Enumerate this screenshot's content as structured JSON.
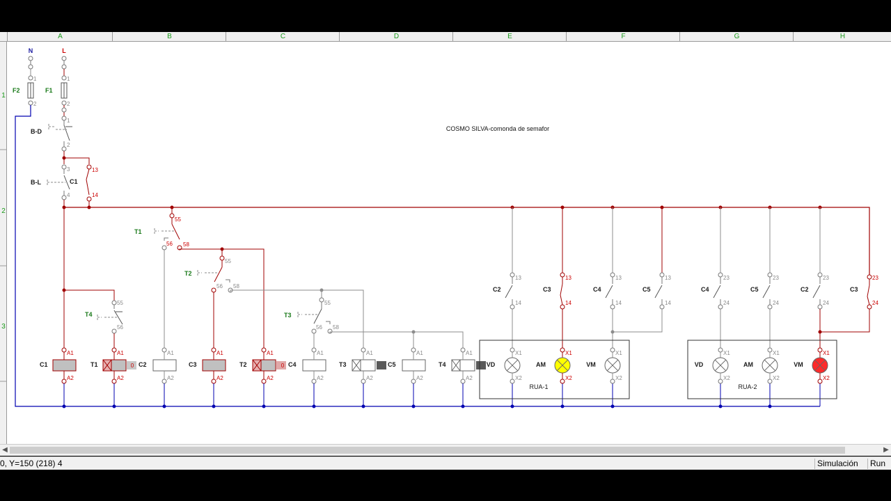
{
  "columns": [
    "A",
    "B",
    "C",
    "D",
    "E",
    "F",
    "G",
    "H"
  ],
  "rows": [
    "1",
    "2",
    "3"
  ],
  "title": "COSMO SILVA-comonda de semafor",
  "supply": {
    "neutral": "N",
    "line": "L",
    "fuse_neutral": "F2",
    "fuse_line": "F1"
  },
  "labels": {
    "bd": "B-D",
    "bl": "B-L",
    "c1": "C1",
    "t1": "T1",
    "t2": "T2",
    "t3": "T3",
    "t4": "T4",
    "c2": "C2",
    "c3": "C3",
    "c4": "C4",
    "c5": "C5",
    "n1": "1",
    "n2": "2",
    "n3": "3",
    "n4": "4",
    "n13": "13",
    "n14": "14",
    "n23": "23",
    "n24": "24",
    "n55": "55",
    "n56": "56",
    "n58": "58",
    "a1": "A1",
    "a2": "A2",
    "x1": "X1",
    "x2": "X2",
    "zero": "0"
  },
  "lamp_groups": [
    {
      "name": "RUA-1",
      "lamps": [
        {
          "label": "VD",
          "state": "off"
        },
        {
          "label": "AM",
          "state": "on",
          "color": "#ffff00"
        },
        {
          "label": "VM",
          "state": "off"
        }
      ]
    },
    {
      "name": "RUA-2",
      "lamps": [
        {
          "label": "VD",
          "state": "off"
        },
        {
          "label": "AM",
          "state": "off"
        },
        {
          "label": "VM",
          "state": "on",
          "color": "#ff2a2a"
        }
      ]
    }
  ],
  "colors": {
    "energized": "#a00000",
    "idle": "#8c8c8c",
    "neutral": "#0000b0",
    "label_red": "#cc0000",
    "label_green": "#1a7a1a"
  },
  "status": {
    "coords": "0, Y=150 (218) 4",
    "mode": "Simulación",
    "run": "Run"
  }
}
